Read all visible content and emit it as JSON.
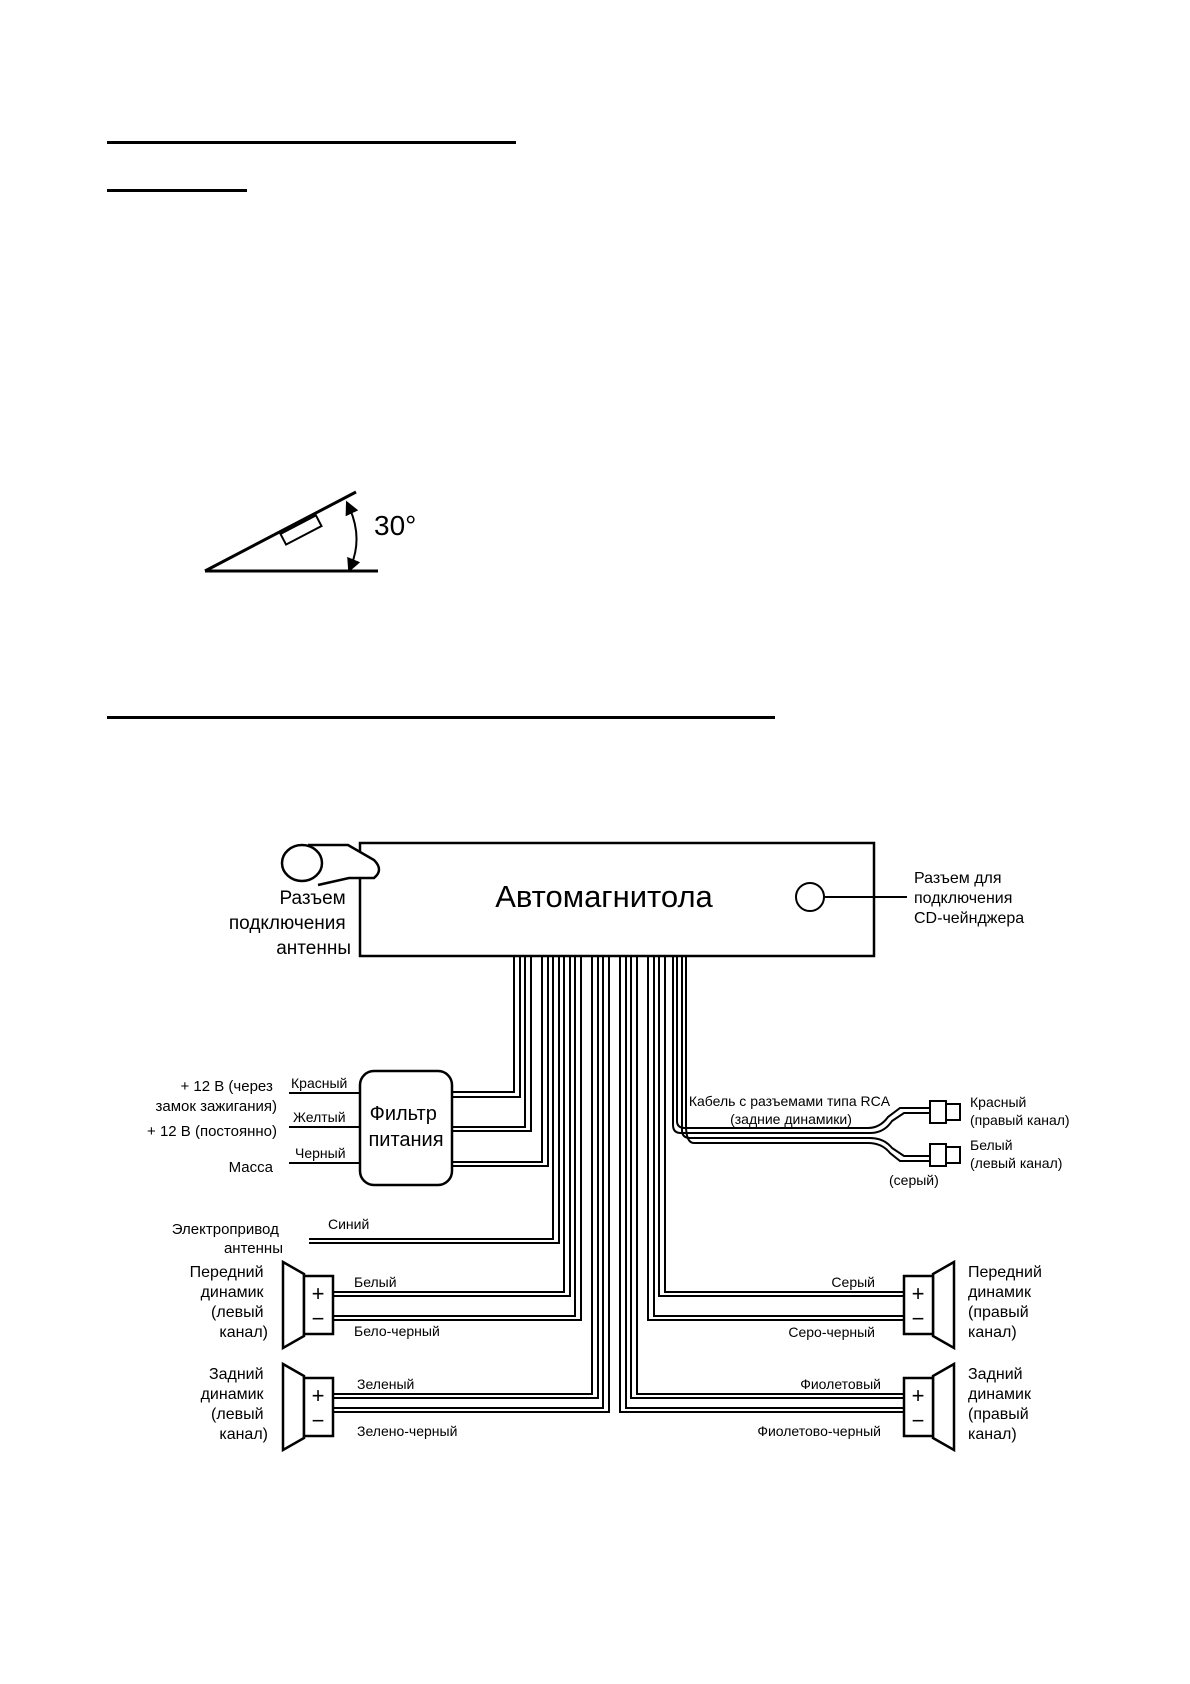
{
  "angle": {
    "label": "30°"
  },
  "unit": {
    "title": "Автомагнитола"
  },
  "antenna_connector": {
    "lines": [
      "Разъем",
      "подключения",
      "антенны"
    ]
  },
  "cd_changer": {
    "lines": [
      "Разъем для",
      "подключения",
      "CD-чейнджера"
    ]
  },
  "power": {
    "inputs": [
      {
        "lines": [
          "+ 12 В (через",
          "замок зажигания)"
        ],
        "wire": "Красный"
      },
      {
        "lines": [
          "+ 12 В (постоянно)"
        ],
        "wire": "Желтый"
      },
      {
        "lines": [
          "Масса"
        ],
        "wire": "Черный"
      }
    ],
    "filter": {
      "lines": [
        "Фильтр",
        "питания"
      ]
    }
  },
  "antenna_drive": {
    "lines": [
      "Электропривод",
      "антенны"
    ],
    "wire": "Синий"
  },
  "rca": {
    "cable_lines": [
      "Кабель с разъемами типа RCA",
      "(задние динамики)"
    ],
    "jacket": "(серый)",
    "right": [
      "Красный",
      "(правый канал)"
    ],
    "left": [
      "Белый",
      "(левый канал)"
    ]
  },
  "speakers": {
    "front_left": {
      "lines": [
        "Передний",
        "динамик",
        "(левый",
        "канал)"
      ],
      "plus": "Белый",
      "minus": "Бело-черный"
    },
    "rear_left": {
      "lines": [
        "Задний",
        "динамик",
        "(левый",
        "канал)"
      ],
      "plus": "Зеленый",
      "minus": "Зелено-черный"
    },
    "front_right": {
      "lines": [
        "Передний",
        "динамик",
        "(правый",
        "канал)"
      ],
      "plus": "Серый",
      "minus": "Серо-черный"
    },
    "rear_right": {
      "lines": [
        "Задний",
        "динамик",
        "(правый",
        "канал)"
      ],
      "plus": "Фиолетовый",
      "minus": "Фиолетово-черный"
    }
  },
  "polarity": {
    "plus": "+",
    "minus": "−"
  }
}
